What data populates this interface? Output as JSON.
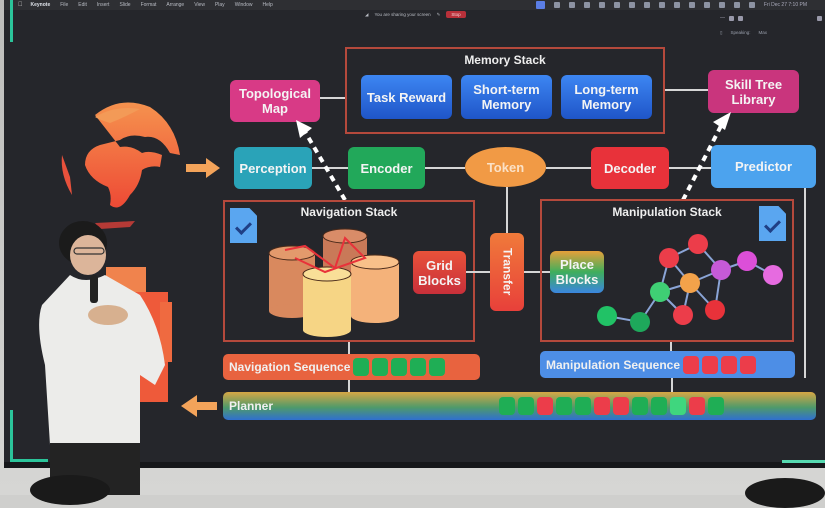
{
  "menubar": {
    "apple": "",
    "app_name": "Keynote",
    "items": [
      "File",
      "Edit",
      "Insert",
      "Slide",
      "Format",
      "Arrange",
      "View",
      "Play",
      "Window",
      "Help"
    ],
    "datetime": "Fri Dec 27 7:10 PM"
  },
  "share_bar": {
    "message": "You are sharing your screen",
    "stop_label": "Stop"
  },
  "meeting_panel": {
    "speaking_label": "Speaking:",
    "speaker": "Max"
  },
  "diagram": {
    "memory_stack": {
      "title": "Memory Stack",
      "items": [
        "Task Reward",
        "Short-term Memory",
        "Long-term Memory"
      ]
    },
    "topological_map": "Topological Map",
    "skill_tree_library": "Skill Tree Library",
    "perception": "Perception",
    "encoder": "Encoder",
    "token": "Token",
    "decoder": "Decoder",
    "predictor": "Predictor",
    "navigation_stack": {
      "title": "Navigation Stack",
      "grid_blocks": "Grid Blocks"
    },
    "transfer": "Transfer",
    "manipulation_stack": {
      "title": "Manipulation Stack",
      "place_blocks": "Place Blocks"
    },
    "navigation_sequence": {
      "label": "Navigation Sequence",
      "chips": [
        "green",
        "green",
        "green",
        "green",
        "green"
      ]
    },
    "manipulation_sequence": {
      "label": "Manipulation Sequence",
      "chips": [
        "red",
        "red",
        "red",
        "red"
      ]
    },
    "planner": {
      "label": "Planner",
      "chips": [
        "green",
        "green",
        "red",
        "green",
        "green",
        "red",
        "red",
        "green",
        "green",
        "lightgreen",
        "red",
        "green"
      ]
    }
  },
  "colors": {
    "screen_bg": "#25262b",
    "frame_border": "#b5493c",
    "memory_blue": "#2f6fe0",
    "topo_pink": "#d83a86",
    "skill_pink": "#c9357d",
    "perception_teal": "#2aa3b8",
    "encoder_green": "#22a85a",
    "token_orange": "#f19a45",
    "decoder_red": "#e8323a",
    "predictor_blue": "#4ca3ee",
    "grid_red": "#d8413b",
    "transfer_orange": "#ea5b34",
    "nav_seq_orange": "#e8633f",
    "manip_seq_blue": "#4d8ee6",
    "chip_green": "#1fae55",
    "chip_red": "#ec3d4a",
    "chip_lightgreen": "#3fd67e",
    "accent_teal": "#2bc49a",
    "arrow_orange": "#f3a35a"
  }
}
